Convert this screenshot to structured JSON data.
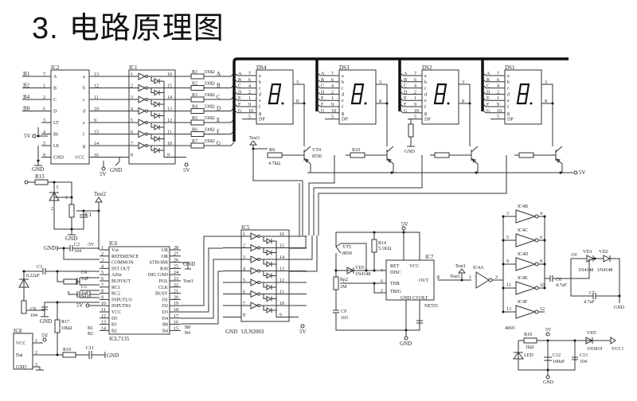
{
  "title": {
    "number": "3.",
    "text": "电路原理图"
  },
  "ic2": {
    "name": "IC2",
    "left_pins": [
      {
        "net": "B1",
        "num": "7",
        "label": "A"
      },
      {
        "net": "B2",
        "num": "1",
        "label": "B"
      },
      {
        "net": "B4",
        "num": "2",
        "label": "C"
      },
      {
        "net": "B8",
        "num": "6",
        "label": "D"
      },
      {
        "net": "",
        "num": "3",
        "label": "LT"
      },
      {
        "net": "",
        "num": "4",
        "label": "BI"
      },
      {
        "net": "",
        "num": "5",
        "label": "LE"
      },
      {
        "net": "",
        "num": "8",
        "label": "GND"
      }
    ],
    "right_pins": [
      {
        "num": "13",
        "label": "a"
      },
      {
        "num": "12",
        "label": "b"
      },
      {
        "num": "11",
        "label": "c"
      },
      {
        "num": "10",
        "label": "d"
      },
      {
        "num": "9",
        "label": "e"
      },
      {
        "num": "15",
        "label": "f"
      },
      {
        "num": "14",
        "label": "g"
      },
      {
        "num": "16",
        "label": "VCC"
      }
    ],
    "supply_label": "5V",
    "gnd_label": "GND"
  },
  "ic1": {
    "name": "IC1",
    "in_pins": [
      "1",
      "2",
      "3",
      "4",
      "5",
      "6",
      "7"
    ],
    "out_pins": [
      "16",
      "15",
      "14",
      "13",
      "12",
      "11",
      "10"
    ],
    "gnd_pin": "8",
    "com_pin": "9",
    "gnd_label": "GND",
    "com_label": "5V"
  },
  "seg_resistors": [
    {
      "ref": "R1",
      "value": "330Ω",
      "net": "A"
    },
    {
      "ref": "R2",
      "value": "330Ω",
      "net": "B"
    },
    {
      "ref": "R3",
      "value": "330Ω",
      "net": "C"
    },
    {
      "ref": "R4",
      "value": "330Ω",
      "net": "D"
    },
    {
      "ref": "R5",
      "value": "330Ω",
      "net": "E"
    },
    {
      "ref": "R6",
      "value": "330Ω",
      "net": "F"
    },
    {
      "ref": "R7",
      "value": "330Ω",
      "net": "G"
    }
  ],
  "displays": [
    {
      "ref": "DS4",
      "dp_to": "none"
    },
    {
      "ref": "DS3",
      "dp_to": "none"
    },
    {
      "ref": "DS2",
      "dp_to": "resistor-gnd"
    },
    {
      "ref": "DS1",
      "dp_to": "none"
    }
  ],
  "display_pins": {
    "nets": [
      "A",
      "B",
      "C",
      "D",
      "E",
      "F",
      "G"
    ],
    "nums": [
      "7",
      "6",
      "4",
      "2",
      "1",
      "9",
      "10",
      "5"
    ],
    "segs": [
      "a",
      "b",
      "c",
      "d",
      "e",
      "f",
      "g",
      "DP"
    ],
    "common_top": "3",
    "common_bottom": "8",
    "dp_gnd_label": "GND"
  },
  "drivers": {
    "test_point": "Test3",
    "r9": {
      "ref": "R9",
      "value": "4.7kΩ"
    },
    "vt4": {
      "ref": "VT4",
      "type": "8550"
    },
    "r10": {
      "ref": "R10"
    },
    "supply_label": "5V"
  },
  "ref_circuit": {
    "r13": "R13",
    "gnd_top": "GND",
    "pin3": "3",
    "pin1": "1",
    "pin2": "2",
    "c1": "C1",
    "gnd": "GND",
    "test2": "Test2"
  },
  "ic6": {
    "name": "IC6",
    "part": "ICL7135",
    "left_pins": [
      {
        "num": "1",
        "label": "Vss"
      },
      {
        "num": "2",
        "label": "REFERENCE"
      },
      {
        "num": "3",
        "label": "COMMON"
      },
      {
        "num": "4",
        "label": "INT OUT"
      },
      {
        "num": "5",
        "label": "AZin"
      },
      {
        "num": "6",
        "label": "BUFOUT"
      },
      {
        "num": "7",
        "label": "RC1"
      },
      {
        "num": "8",
        "label": "RC2"
      },
      {
        "num": "9",
        "label": "INPUTLO"
      },
      {
        "num": "10",
        "label": "INPUTKI"
      },
      {
        "num": "11",
        "label": "VCC"
      },
      {
        "num": "12",
        "label": "D5"
      },
      {
        "num": "13",
        "label": "B1"
      },
      {
        "num": "14",
        "label": "B2"
      }
    ],
    "right_pins": [
      {
        "num": "28",
        "label": "UR"
      },
      {
        "num": "27",
        "label": "OR"
      },
      {
        "num": "26",
        "label": "STROBR"
      },
      {
        "num": "25",
        "label": "R/H"
      },
      {
        "num": "24",
        "label": "DIG GND"
      },
      {
        "num": "23",
        "label": "POL"
      },
      {
        "num": "22",
        "label": "CLK"
      },
      {
        "num": "21",
        "label": "BUSY"
      },
      {
        "num": "20",
        "label": "D1"
      },
      {
        "num": "19",
        "label": "D2"
      },
      {
        "num": "18",
        "label": "D3"
      },
      {
        "num": "17",
        "label": "D4"
      },
      {
        "num": "16",
        "label": "B8"
      },
      {
        "num": "15",
        "label": "B4"
      }
    ],
    "ext": {
      "c2": "C2",
      "c2_val": "104",
      "neg5v": "-5V",
      "gnd": "GND",
      "c3": "C3",
      "c3_val": "0.22uF",
      "c4": "C4",
      "c4_val": "1uF",
      "c5": "C5",
      "c5_val": "1uF",
      "c8": "C8",
      "c8_val": "104",
      "r17": "R17",
      "r17_val": "10kΩ",
      "v5": "5V",
      "gnd9": "GND",
      "b1": "B1",
      "b2": "B2",
      "b8": "B8",
      "b4": "B4",
      "test1": "Test1",
      "gnd25": "GND"
    }
  },
  "ic8": {
    "name": "IC8",
    "pins": [
      {
        "num": "1",
        "label": "VCC"
      },
      {
        "num": "2",
        "label": "Dat"
      },
      {
        "num": "3",
        "label": "GND"
      }
    ],
    "v5": "5V",
    "r19": "R19",
    "c11": "C11",
    "gnd": "GND"
  },
  "ic5": {
    "name": "IC5",
    "part": "ULN2003",
    "in_pins": [
      "1",
      "2",
      "3",
      "4",
      "5",
      "6",
      "7"
    ],
    "out_pins": [
      "16",
      "15",
      "14",
      "13",
      "12",
      "11",
      "10"
    ],
    "gnd_pin": "8",
    "com_pin": "9",
    "gnd_label": "GND",
    "com_label": "5V"
  },
  "ic7": {
    "name": "IC7",
    "part": "NE555",
    "pins": {
      "ret": {
        "num": "4",
        "label": "RET"
      },
      "vcc": {
        "num": "8",
        "label": "VCC"
      },
      "disc": {
        "num": "7",
        "label": "DISC"
      },
      "thr": {
        "num": "6",
        "label": "THR"
      },
      "trig": {
        "num": "2",
        "label": "TRIG"
      },
      "out": {
        "num": "3",
        "label": "OUT"
      },
      "gnd": {
        "num": "1",
        "label": "GND"
      },
      "cvolt": {
        "num": "5",
        "label": "CVOLT"
      }
    },
    "v5": "5V",
    "vt5": {
      "ref": "VT5",
      "type": "8050"
    },
    "vd3": {
      "ref": "VD3",
      "type": "1N4148"
    },
    "r14": {
      "ref": "R14",
      "value": "5.1KΩ"
    },
    "rp2": {
      "ref": "Rp2",
      "value": "1M"
    },
    "c9": {
      "ref": "C9",
      "value": "103"
    },
    "gnd": "GND"
  },
  "ic4": {
    "part": "4069",
    "test1": "Test1",
    "out_num": "3",
    "gates": [
      {
        "ref": "IC4A",
        "in": "1",
        "out": "2"
      },
      {
        "ref": "IC4B",
        "in": "3",
        "out": "4"
      },
      {
        "ref": "IC4C",
        "in": "5",
        "out": "6"
      },
      {
        "ref": "IC4D",
        "in": "9",
        "out": "8"
      },
      {
        "ref": "IC4E",
        "in": "11",
        "out": "10"
      },
      {
        "ref": "IC4F",
        "in": "13",
        "out": "12"
      }
    ]
  },
  "neg_supply": {
    "neg5v": "-5V",
    "vd1": {
      "ref": "VD1",
      "type": "1N4148"
    },
    "vd2": {
      "ref": "VD2",
      "type": "1N4148"
    },
    "c6": {
      "ref": "C6",
      "value": "4.7uF"
    },
    "c7": {
      "ref": "C7",
      "value": "4.7uF"
    },
    "gnd": "GND"
  },
  "power": {
    "r18": {
      "ref": "R18",
      "value": "1kΩ"
    },
    "led": "LED",
    "v5": "5V",
    "c12": {
      "ref": "C12",
      "value": "100uF"
    },
    "c13": {
      "ref": "C13",
      "value": "104"
    },
    "vd5": {
      "ref": "VD5",
      "type": "1N5819"
    },
    "vcc1": "VCC1",
    "gnd": "GND"
  }
}
